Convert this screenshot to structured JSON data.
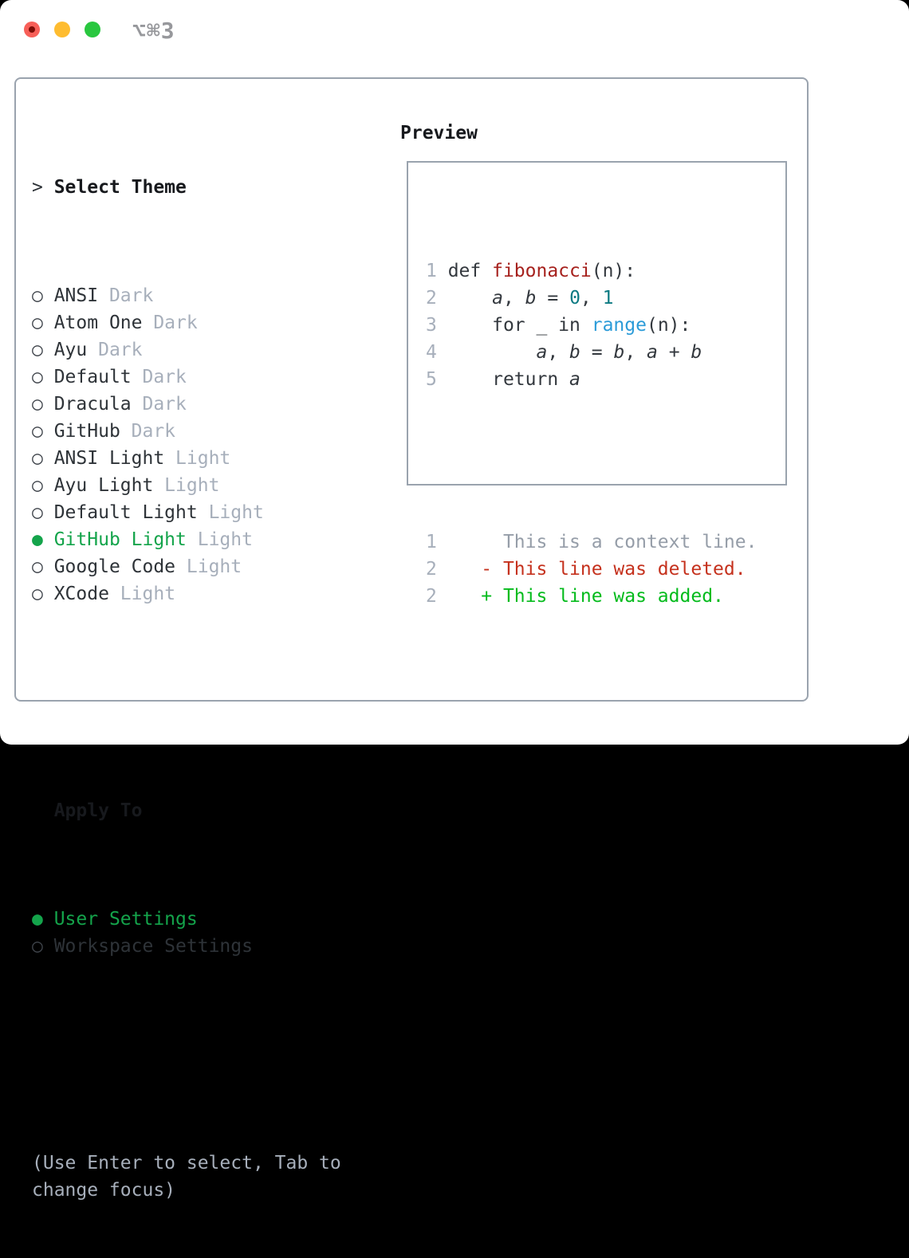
{
  "titlebar": {
    "shortcut": "⌥⌘3"
  },
  "colors": {
    "accent_green": "#14a44b",
    "added_green": "#04bb1c",
    "deleted_red": "#c5311d",
    "function_red": "#a6211d",
    "number_teal": "#0c7a82",
    "call_blue": "#2b9bd8",
    "traffic_red": "#f75f58",
    "traffic_red_dot": "#7d0d06",
    "traffic_yellow": "#febc30",
    "traffic_green": "#29c73f",
    "border_gray": "#9aa3ae",
    "muted_gray": "#a7afbb"
  },
  "theme_panel": {
    "header": {
      "marker": ">",
      "label": "Select Theme"
    },
    "themes": [
      {
        "name": "ANSI",
        "variant": "Dark",
        "selected": false
      },
      {
        "name": "Atom One",
        "variant": "Dark",
        "selected": false
      },
      {
        "name": "Ayu",
        "variant": "Dark",
        "selected": false
      },
      {
        "name": "Default",
        "variant": "Dark",
        "selected": false
      },
      {
        "name": "Dracula",
        "variant": "Dark",
        "selected": false
      },
      {
        "name": "GitHub",
        "variant": "Dark",
        "selected": false
      },
      {
        "name": "ANSI Light",
        "variant": "Light",
        "selected": false
      },
      {
        "name": "Ayu Light",
        "variant": "Light",
        "selected": false
      },
      {
        "name": "Default Light",
        "variant": "Light",
        "selected": false
      },
      {
        "name": "GitHub Light",
        "variant": "Light",
        "selected": true
      },
      {
        "name": "Google Code",
        "variant": "Light",
        "selected": false
      },
      {
        "name": "XCode",
        "variant": "Light",
        "selected": false
      }
    ],
    "apply_to": {
      "label": "Apply To",
      "options": [
        {
          "name": "User Settings",
          "selected": true
        },
        {
          "name": "Workspace Settings",
          "selected": false
        }
      ]
    },
    "help": "(Use Enter to select, Tab to change focus)"
  },
  "preview": {
    "title": "Preview",
    "code_lines": [
      {
        "ln": "1",
        "segments": [
          [
            "plain",
            "def "
          ],
          [
            "func",
            "fibonacci"
          ],
          [
            "plain",
            "(n):"
          ]
        ]
      },
      {
        "ln": "2",
        "segments": [
          [
            "plain",
            "    "
          ],
          [
            "var",
            "a"
          ],
          [
            "plain",
            ", "
          ],
          [
            "var",
            "b"
          ],
          [
            "plain",
            " = "
          ],
          [
            "num",
            "0"
          ],
          [
            "plain",
            ", "
          ],
          [
            "num",
            "1"
          ]
        ]
      },
      {
        "ln": "3",
        "segments": [
          [
            "plain",
            "    for _ in "
          ],
          [
            "call",
            "range"
          ],
          [
            "plain",
            "(n):"
          ]
        ]
      },
      {
        "ln": "4",
        "segments": [
          [
            "plain",
            "        "
          ],
          [
            "var",
            "a"
          ],
          [
            "plain",
            ", "
          ],
          [
            "var",
            "b"
          ],
          [
            "plain",
            " = "
          ],
          [
            "var",
            "b"
          ],
          [
            "plain",
            ", "
          ],
          [
            "var",
            "a"
          ],
          [
            "plain",
            " + "
          ],
          [
            "var",
            "b"
          ]
        ]
      },
      {
        "ln": "5",
        "segments": [
          [
            "plain",
            "    return "
          ],
          [
            "var",
            "a"
          ]
        ]
      }
    ],
    "diff_lines": [
      {
        "ln": "1",
        "marker": " ",
        "text": "This is a context line.",
        "type": "context"
      },
      {
        "ln": "2",
        "marker": "-",
        "text": "This line was deleted.",
        "type": "deleted"
      },
      {
        "ln": "2",
        "marker": "+",
        "text": "This line was added.",
        "type": "added"
      }
    ]
  }
}
